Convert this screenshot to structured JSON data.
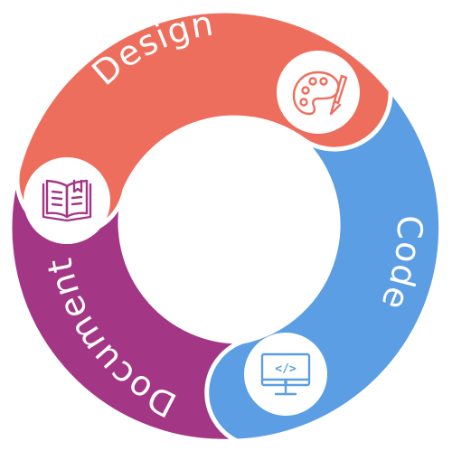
{
  "diagram": {
    "background": "#ffffff",
    "segments": [
      {
        "id": "design",
        "label": "Design",
        "color": "#ee6e5e",
        "icon": "palette-icon"
      },
      {
        "id": "code",
        "label": "Code",
        "color": "#5b9ee3",
        "icon": "monitor-code-icon"
      },
      {
        "id": "document",
        "label": "Document",
        "color": "#a43686",
        "icon": "open-book-icon"
      }
    ],
    "code_icon_text": "</>"
  }
}
